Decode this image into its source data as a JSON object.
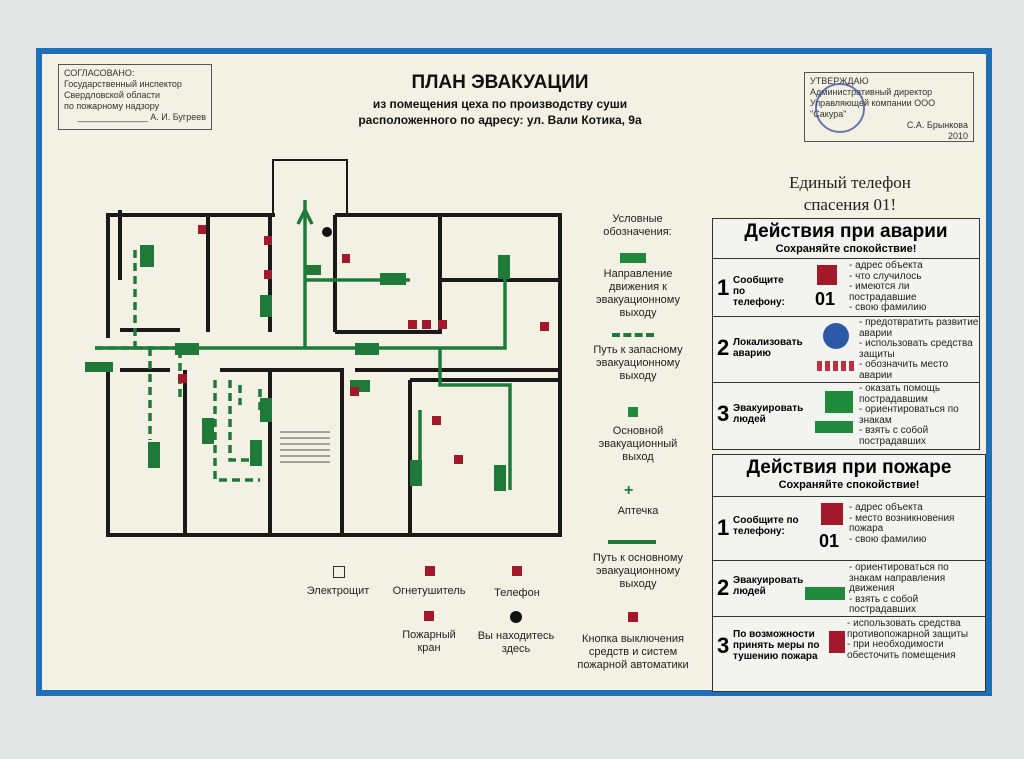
{
  "approval_left": {
    "lines": [
      "СОГЛАСОВАНО:",
      "Государственный инспектор",
      "Свердловской области",
      "по пожарному надзору"
    ],
    "signer": "А. И. Бугреев"
  },
  "approval_right": {
    "lines": [
      "УТВЕРЖДАЮ",
      "Административный директор",
      "Управляющей компании ООО \"Сакура\""
    ],
    "signer": "С.А. Брынкова",
    "year": "2010",
    "seal_text": "Сакура"
  },
  "header": {
    "title": "ПЛАН ЭВАКУАЦИИ",
    "subtitle1": "из помещения цеха по производству суши",
    "subtitle2": "расположенного по адресу: ул. Вали Котика, 9а"
  },
  "phone_banner": {
    "line1": "Единый телефон",
    "line2": "спасения 01!"
  },
  "legend": {
    "heading": "Условные обозначения:",
    "items": [
      {
        "label": "Направление движения к эвакуационному выходу",
        "icon": "exit-sign-icon"
      },
      {
        "label": "Путь к запасному эвакуационному выходу",
        "icon": "dashed-arrow-icon"
      },
      {
        "label": "Основной эвакуационный выход",
        "icon": "main-exit-icon"
      },
      {
        "label": "Аптечка",
        "icon": "first-aid-icon"
      },
      {
        "label": "Путь к основному эвакуационному выходу",
        "icon": "solid-arrow-icon"
      }
    ],
    "bottom": [
      {
        "label": "Электрощит",
        "icon": "electrical-panel-icon"
      },
      {
        "label": "Огнетушитель",
        "icon": "extinguisher-icon"
      },
      {
        "label": "Телефон",
        "icon": "phone-icon"
      },
      {
        "label": "Пожарный кран",
        "icon": "fire-hydrant-icon"
      },
      {
        "label": "Вы находитесь здесь",
        "icon": "you-are-here-icon"
      },
      {
        "label": "Кнопка выключения средств и систем пожарной автоматики",
        "icon": "shutdown-button-icon"
      }
    ]
  },
  "accident": {
    "title": "Действия при аварии",
    "calm": "Сохраняйте спокойствие!",
    "steps": [
      {
        "num": "1",
        "label": "Сообщите по телефону:",
        "phone": "01",
        "items": [
          "- адрес объекта",
          "- что случилось",
          "- имеются ли пострадавшие",
          "- свою фамилию"
        ]
      },
      {
        "num": "2",
        "label": "Локализовать аварию",
        "items": [
          "- предотвратить развитие аварии",
          "- использовать средства защиты",
          "- обозначить место аварии"
        ]
      },
      {
        "num": "3",
        "label": "Эвакуировать людей",
        "items": [
          "- оказать помощь пострадавшим",
          "- ориентироваться по знакам",
          "- взять с собой пострадавших"
        ]
      }
    ]
  },
  "fire": {
    "title": "Действия при пожаре",
    "calm": "Сохраняйте спокойствие!",
    "steps": [
      {
        "num": "1",
        "label": "Сообщите по телефону:",
        "phone": "01",
        "items": [
          "- адрес объекта",
          "- место возникновения пожара",
          "- свою фамилию"
        ]
      },
      {
        "num": "2",
        "label": "Эвакуировать людей",
        "items": [
          "- ориентироваться по знакам направления движения",
          "- взять с собой пострадавших"
        ]
      },
      {
        "num": "3",
        "label": "По возможности принять меры по тушению пожара",
        "items": [
          "- использовать средства противопожарной защиты",
          "- при необходимости обесточить помещения"
        ]
      }
    ]
  },
  "colors": {
    "frame": "#1f6fb8",
    "route": "#1f7a3a",
    "sign_red": "#a3192b",
    "wall": "#1a1a1a"
  }
}
